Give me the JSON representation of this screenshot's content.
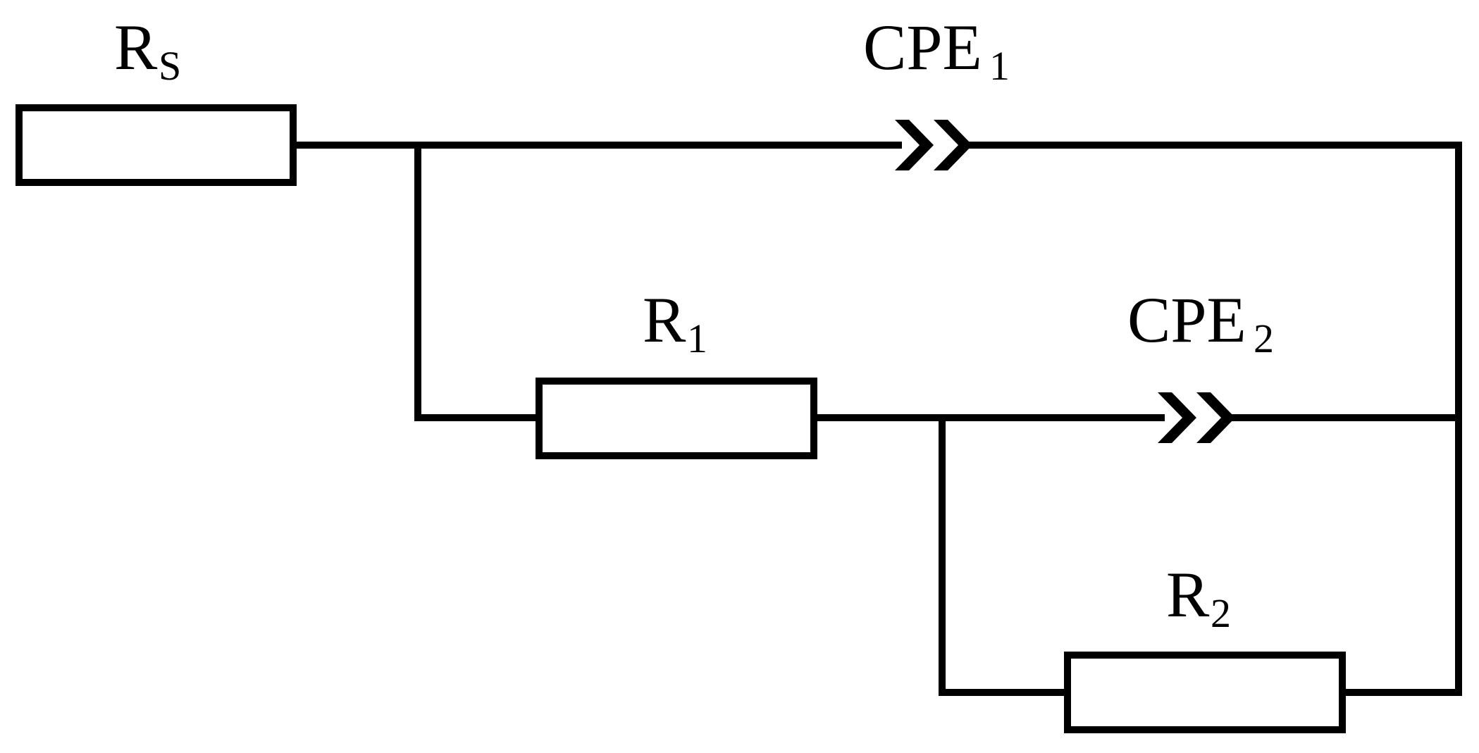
{
  "diagram": {
    "type": "equivalent-circuit",
    "components": {
      "rs": {
        "label": "R",
        "subscript": "S",
        "kind": "resistor"
      },
      "cpe1": {
        "label": "CPE",
        "subscript": "1",
        "kind": "constant-phase-element"
      },
      "r1": {
        "label": "R",
        "subscript": "1",
        "kind": "resistor"
      },
      "cpe2": {
        "label": "CPE",
        "subscript": "2",
        "kind": "constant-phase-element"
      },
      "r2": {
        "label": "R",
        "subscript": "2",
        "kind": "resistor"
      }
    },
    "colors": {
      "line": "#000000",
      "background": "#ffffff"
    }
  }
}
